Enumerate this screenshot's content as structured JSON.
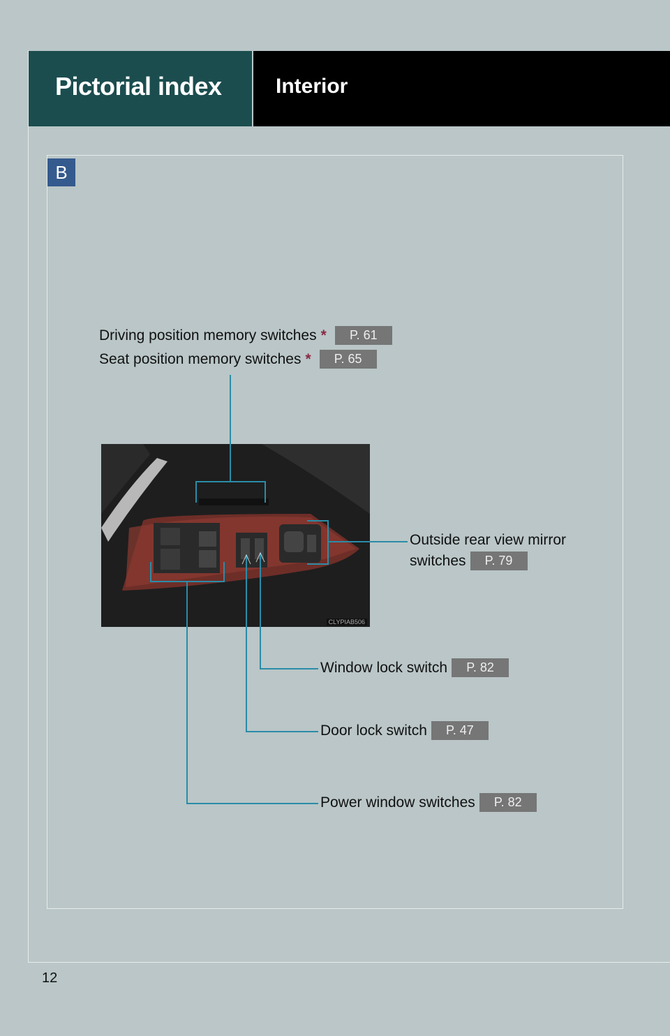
{
  "header": {
    "section": "Pictorial index",
    "title": "Interior"
  },
  "panel_badge": "B",
  "photo_code": "CLYPIAB506",
  "labels": [
    {
      "text": "Driving position memory switches",
      "asterisk": "*",
      "page": "P. 61"
    },
    {
      "text": "Seat position memory switches",
      "asterisk": "*",
      "page": "P. 65"
    },
    {
      "text": "Outside rear view mirror",
      "text2": "switches",
      "page": "P. 79"
    },
    {
      "text": "Window lock switch",
      "page": "P. 82"
    },
    {
      "text": "Door lock switch",
      "page": "P. 47"
    },
    {
      "text": "Power window switches",
      "page": "P. 82"
    }
  ],
  "colors": {
    "leader": "#2a8ca8",
    "teal": "#1b4d4f",
    "badge": "#355a8e"
  },
  "page_number": "12"
}
